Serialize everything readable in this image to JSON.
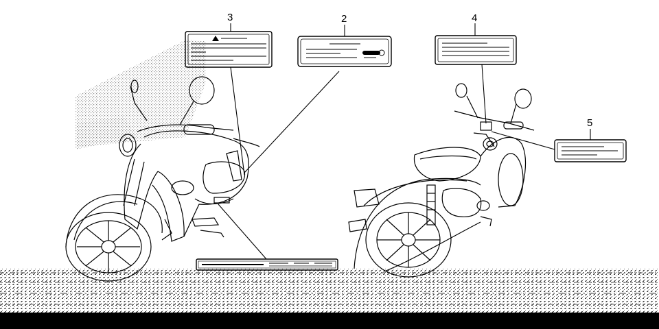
{
  "diagram": {
    "callouts": [
      {
        "id": "3",
        "label": "3"
      },
      {
        "id": "2",
        "label": "2"
      },
      {
        "id": "4",
        "label": "4"
      },
      {
        "id": "5",
        "label": "5"
      }
    ],
    "colors": {
      "ink": "#000000",
      "paper": "#ffffff",
      "dither": "#9a9a9a",
      "floor": "#000000"
    }
  }
}
